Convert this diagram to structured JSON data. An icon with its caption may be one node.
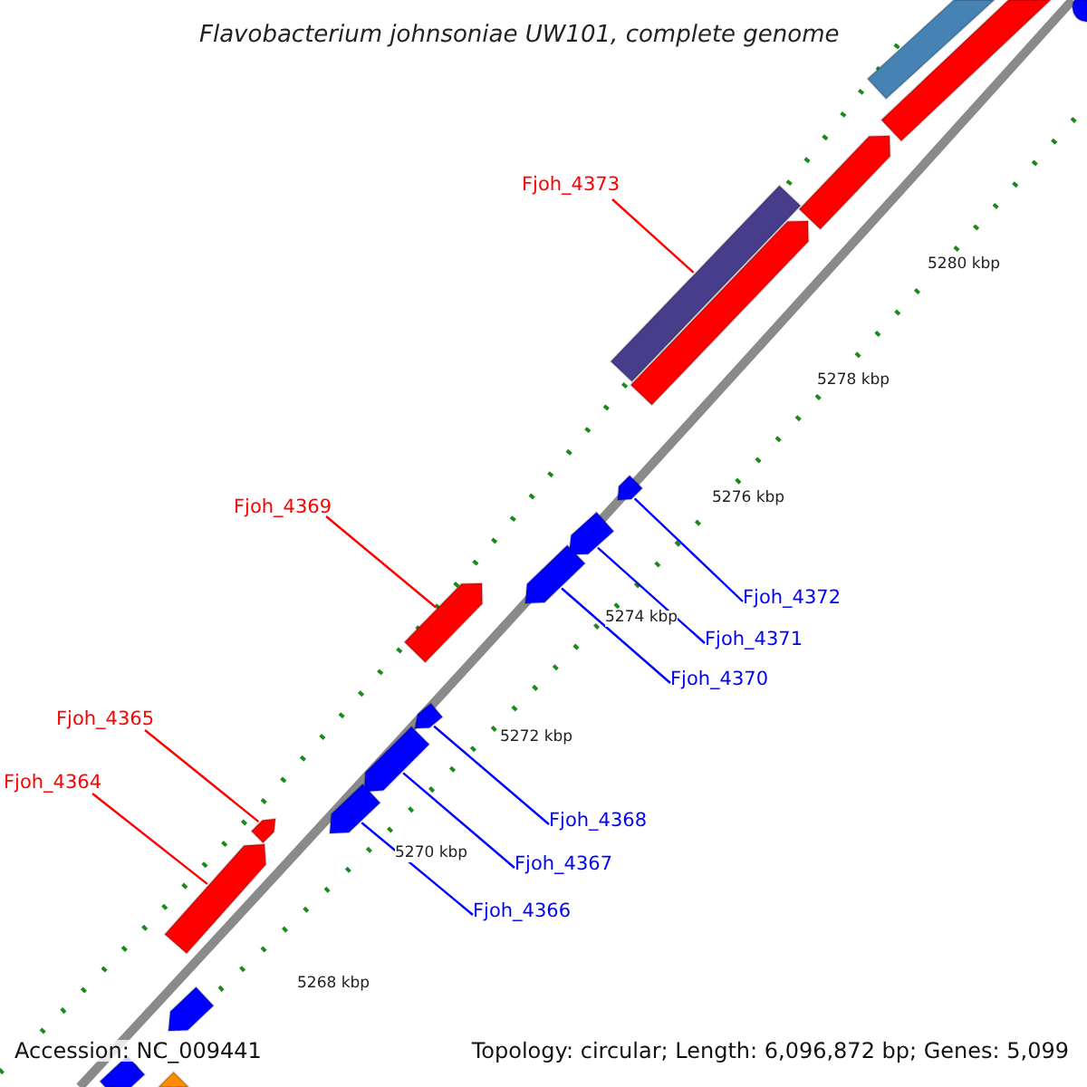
{
  "diagram": {
    "title": "Flavobacterium johnsoniae UW101, complete genome",
    "nodes": [
      {
        "text": [
          "Fjoh_4373"
        ]
      },
      {
        "text": [
          "Fjoh_4369"
        ]
      },
      {
        "text": [
          "Fjoh_4372"
        ]
      },
      {
        "text": [
          "Fjoh_4371"
        ]
      },
      {
        "text": [
          "Fjoh_4370"
        ]
      },
      {
        "text": [
          "Fjoh_4365"
        ]
      },
      {
        "text": [
          "Fjoh_4364"
        ]
      },
      {
        "text": [
          "Fjoh_4368"
        ]
      },
      {
        "text": [
          "Fjoh_4367"
        ]
      },
      {
        "text": [
          "Fjoh_4366"
        ]
      },
      {
        "text": [],
        "shape": "circle"
      },
      {
        "text": [],
        "shape": "bar"
      },
      {
        "text": [],
        "shape": "bar"
      },
      {
        "text": [],
        "shape": "arrow"
      },
      {
        "text": [],
        "shape": "bar"
      },
      {
        "text": [],
        "shape": "arrow"
      },
      {
        "text": [],
        "shape": "arrow"
      },
      {
        "text": [],
        "shape": "arrow"
      },
      {
        "text": [],
        "shape": "arrow"
      },
      {
        "text": [],
        "shape": "arrow"
      },
      {
        "text": [],
        "shape": "arrow"
      },
      {
        "text": [],
        "shape": "arrow"
      },
      {
        "text": [],
        "shape": "arrow"
      },
      {
        "text": [],
        "shape": "arrow"
      },
      {
        "text": [],
        "shape": "arrow"
      },
      {
        "text": [],
        "shape": "arrow"
      },
      {
        "text": [],
        "shape": "bar"
      },
      {
        "text": [],
        "shape": "bar"
      }
    ],
    "edges": [
      {
        "from": 0,
        "to": 14,
        "arrow": "none",
        "color": "#ff0000"
      },
      {
        "from": 1,
        "to": 19,
        "arrow": "none",
        "color": "#ff0000"
      },
      {
        "from": 2,
        "to": 16,
        "arrow": "none"
      },
      {
        "from": 3,
        "to": 17,
        "arrow": "none"
      },
      {
        "from": 4,
        "to": 18,
        "arrow": "none"
      },
      {
        "from": 5,
        "to": 23,
        "arrow": "none",
        "color": "#ff0000"
      },
      {
        "from": 6,
        "to": 24,
        "arrow": "none",
        "color": "#ff0000"
      },
      {
        "from": 7,
        "to": 20,
        "arrow": "none"
      },
      {
        "from": 8,
        "to": 21,
        "arrow": "none"
      },
      {
        "from": 9,
        "to": 22,
        "arrow": "none"
      }
    ],
    "labels": [
      "5280 kbp",
      "5278 kbp",
      "5276 kbp",
      "5274 kbp",
      "5272 kbp",
      "5270 kbp",
      "5268 kbp",
      "Accession: NC_009441",
      "Topology: circular; Length: 6,096,872 bp; Genes: 5,099"
    ]
  }
}
